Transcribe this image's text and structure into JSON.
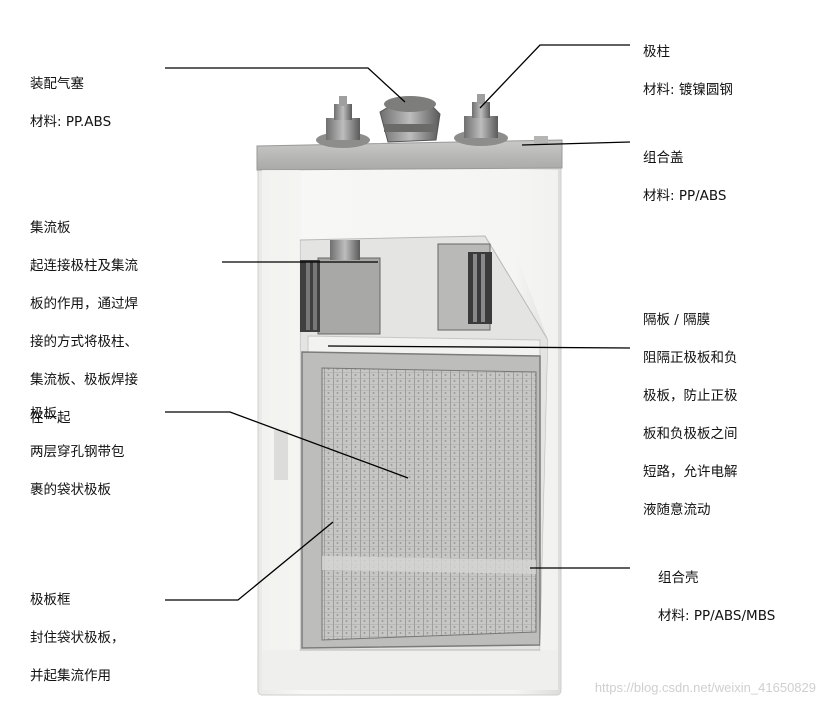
{
  "labels": {
    "vent_plug": {
      "title": "装配气塞",
      "lines": [
        "材料: PP.ABS"
      ]
    },
    "terminal_post": {
      "title": "极柱",
      "lines": [
        "材料: 镀镍圆钢"
      ]
    },
    "cover": {
      "title": "组合盖",
      "lines": [
        "材料: PP/ABS"
      ]
    },
    "collector_plate": {
      "title": "集流板",
      "lines": [
        "起连接极柱及集流",
        "板的作用，通过焊",
        "接的方式将极柱、",
        "集流板、极板焊接",
        "在一起"
      ]
    },
    "separator": {
      "title": "隔板 / 隔膜",
      "lines": [
        "阻隔正极板和负",
        "极板，防止正极",
        "板和负极板之间",
        "短路，允许电解",
        "液随意流动"
      ]
    },
    "electrode_plate": {
      "title": "极板",
      "lines": [
        "两层穿孔钢带包",
        "裹的袋状极板"
      ]
    },
    "container": {
      "title": "组合壳",
      "lines": [
        "材料: PP/ABS/MBS"
      ]
    },
    "plate_frame": {
      "title": "极板框",
      "lines": [
        "封住袋状极板，",
        "并起集流作用"
      ]
    }
  },
  "watermark": "https://blog.csdn.net/weixin_41650829"
}
